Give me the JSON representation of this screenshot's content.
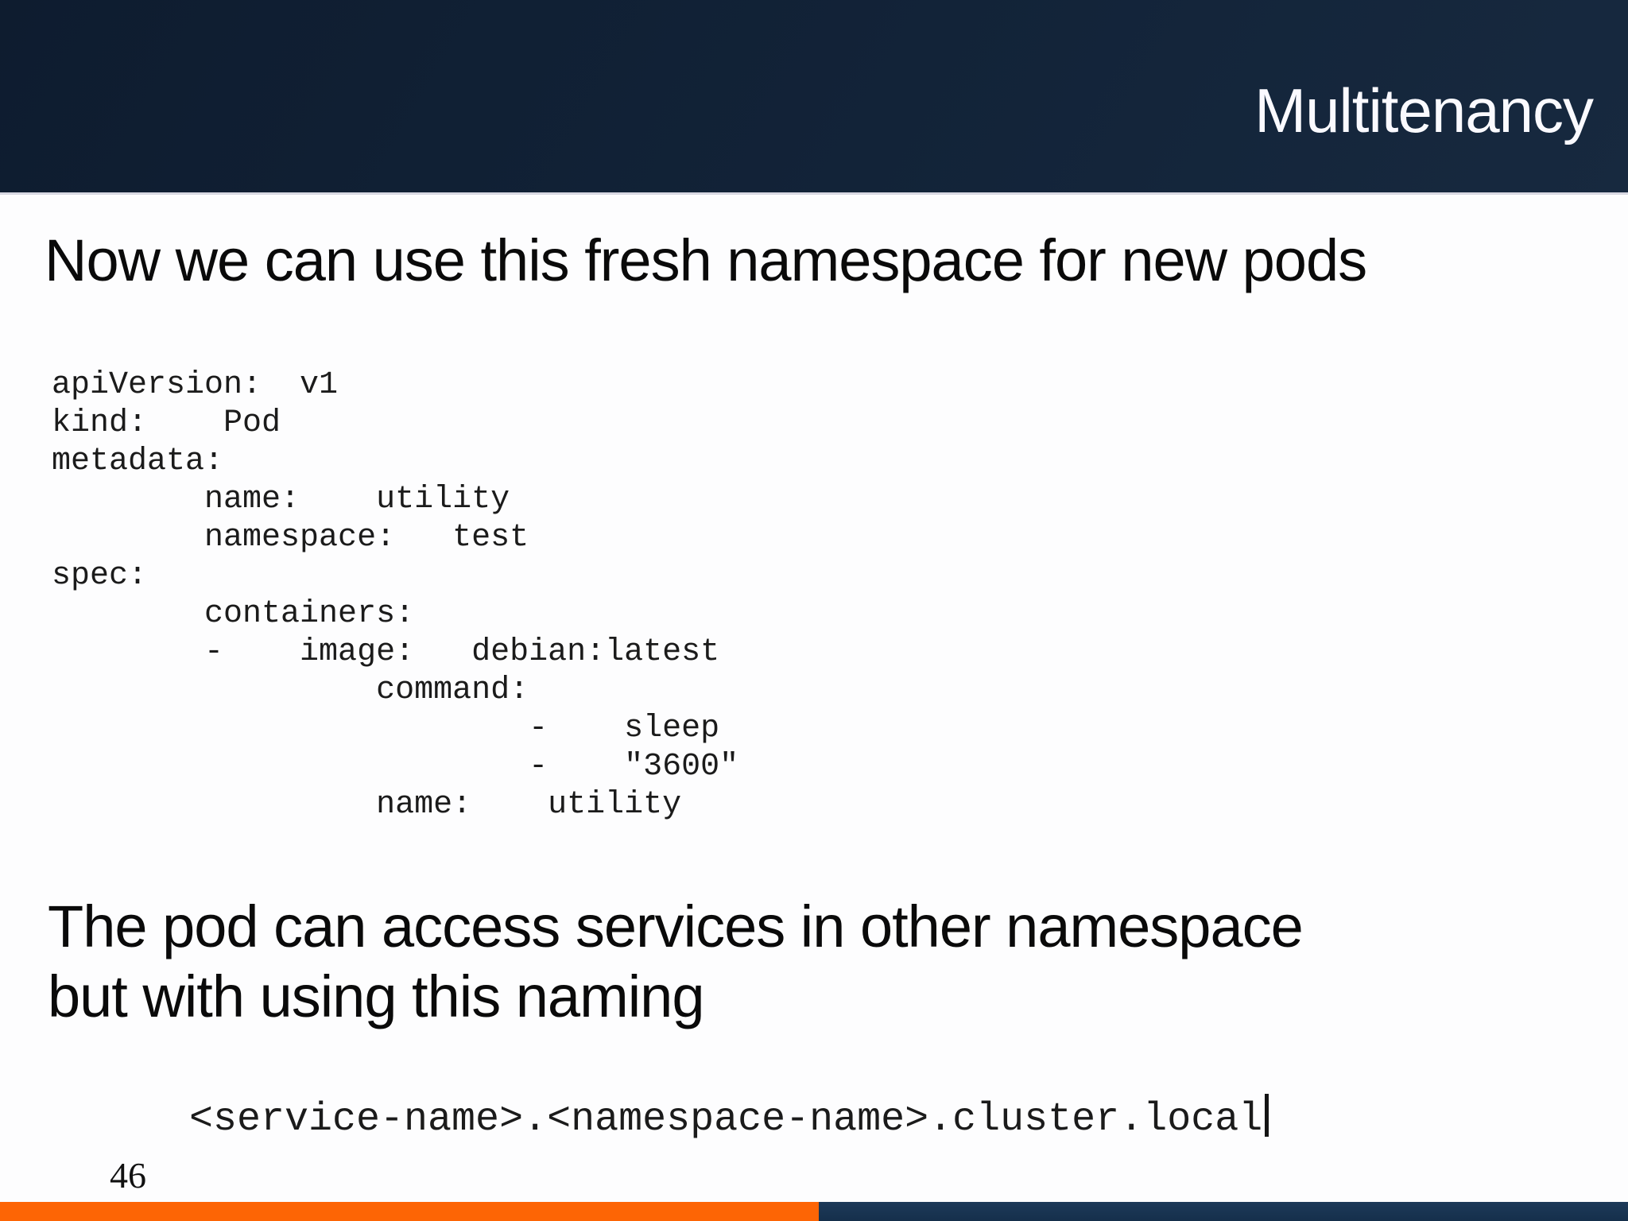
{
  "slide": {
    "title": "Multitenancy",
    "heading": "Now we can use this fresh namespace for new pods",
    "yaml_code": "apiVersion:  v1\nkind:    Pod\nmetadata:\n        name:    utility\n        namespace:   test\nspec:\n        containers:\n        -    image:   debian:latest\n                 command:\n                         -    sleep\n                         -    \"3600\"\n                 name:    utility",
    "subheading": "The pod can access services in other namespace\nbut with using this naming",
    "dns_pattern": "<service-name>.<namespace-name>.cluster.local",
    "page_number": "46",
    "colors": {
      "header_bg": "#122338",
      "footer_navy": "#17314d",
      "accent_orange": "#fd6505",
      "body_bg": "#fdfdfe",
      "title_text": "#fafaff",
      "body_text": "#0a0a0a"
    }
  }
}
